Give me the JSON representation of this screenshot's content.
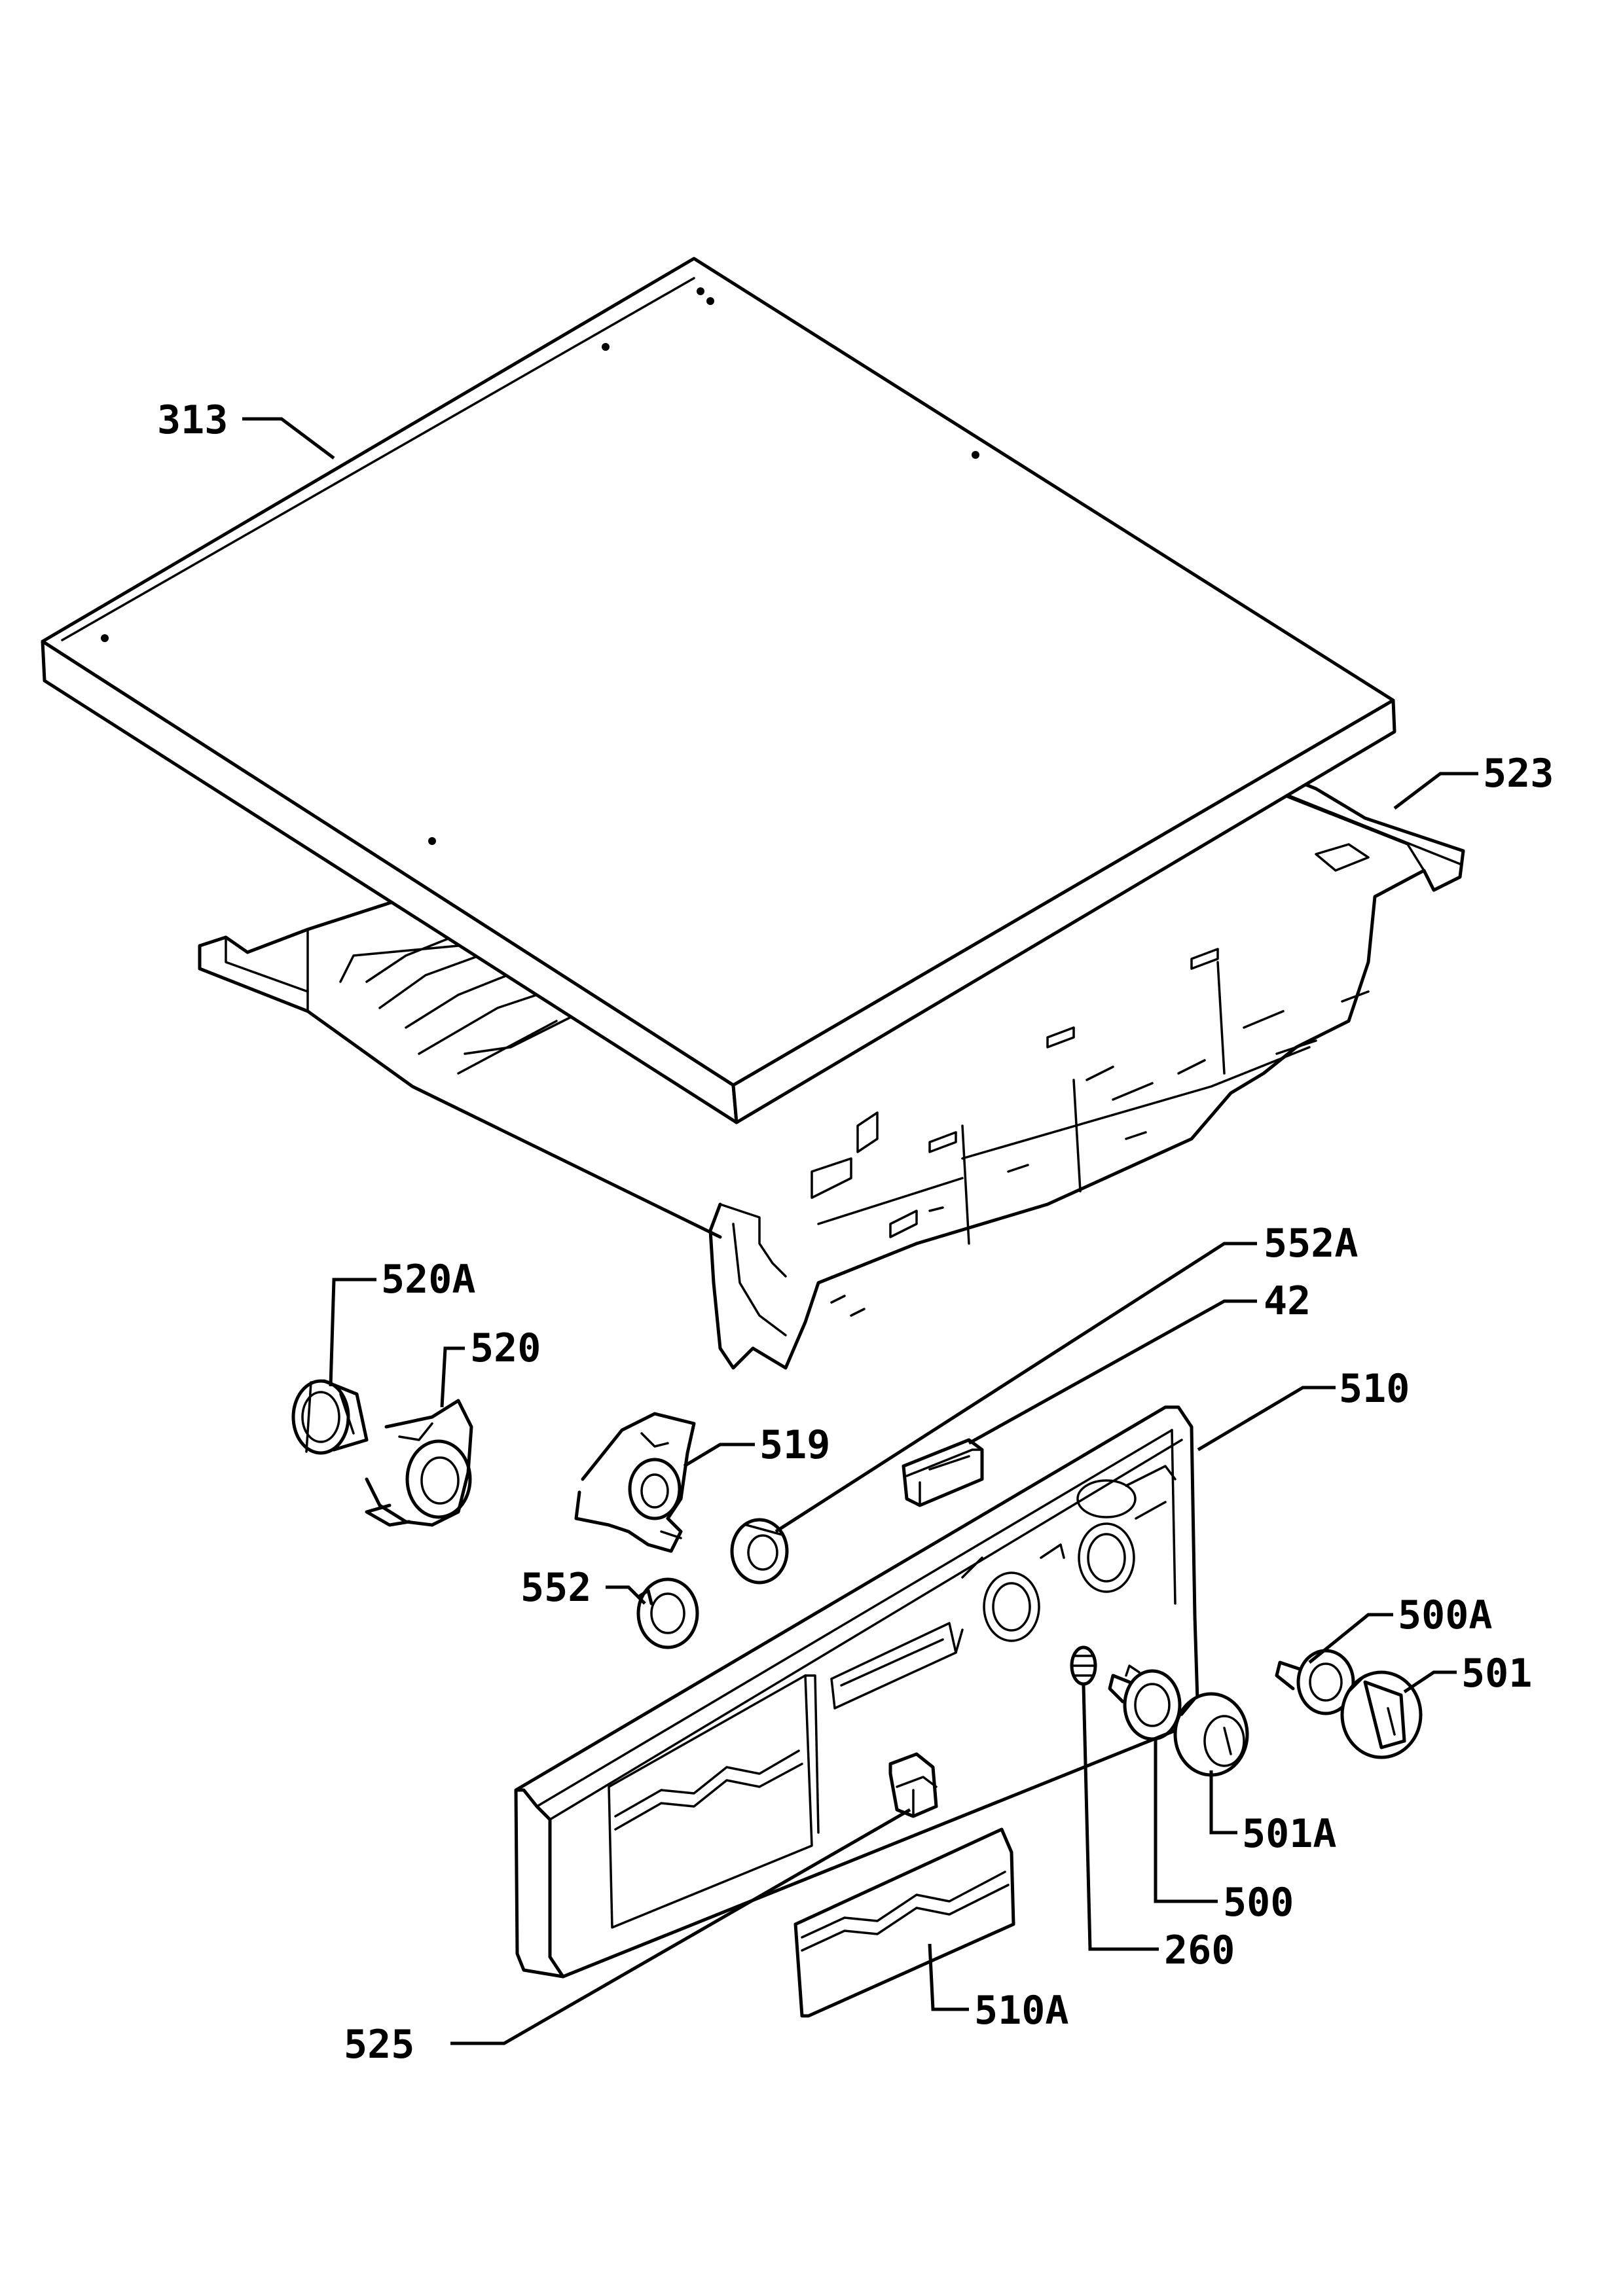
{
  "labels": {
    "p313": "313",
    "p523": "523",
    "p552A": "552A",
    "p42": "42",
    "p520A": "520A",
    "p520": "520",
    "p510": "510",
    "p519": "519",
    "p552": "552",
    "p500A": "500A",
    "p501": "501",
    "p501A": "501A",
    "p500": "500",
    "p260": "260",
    "p510A": "510A",
    "p525": "525"
  }
}
